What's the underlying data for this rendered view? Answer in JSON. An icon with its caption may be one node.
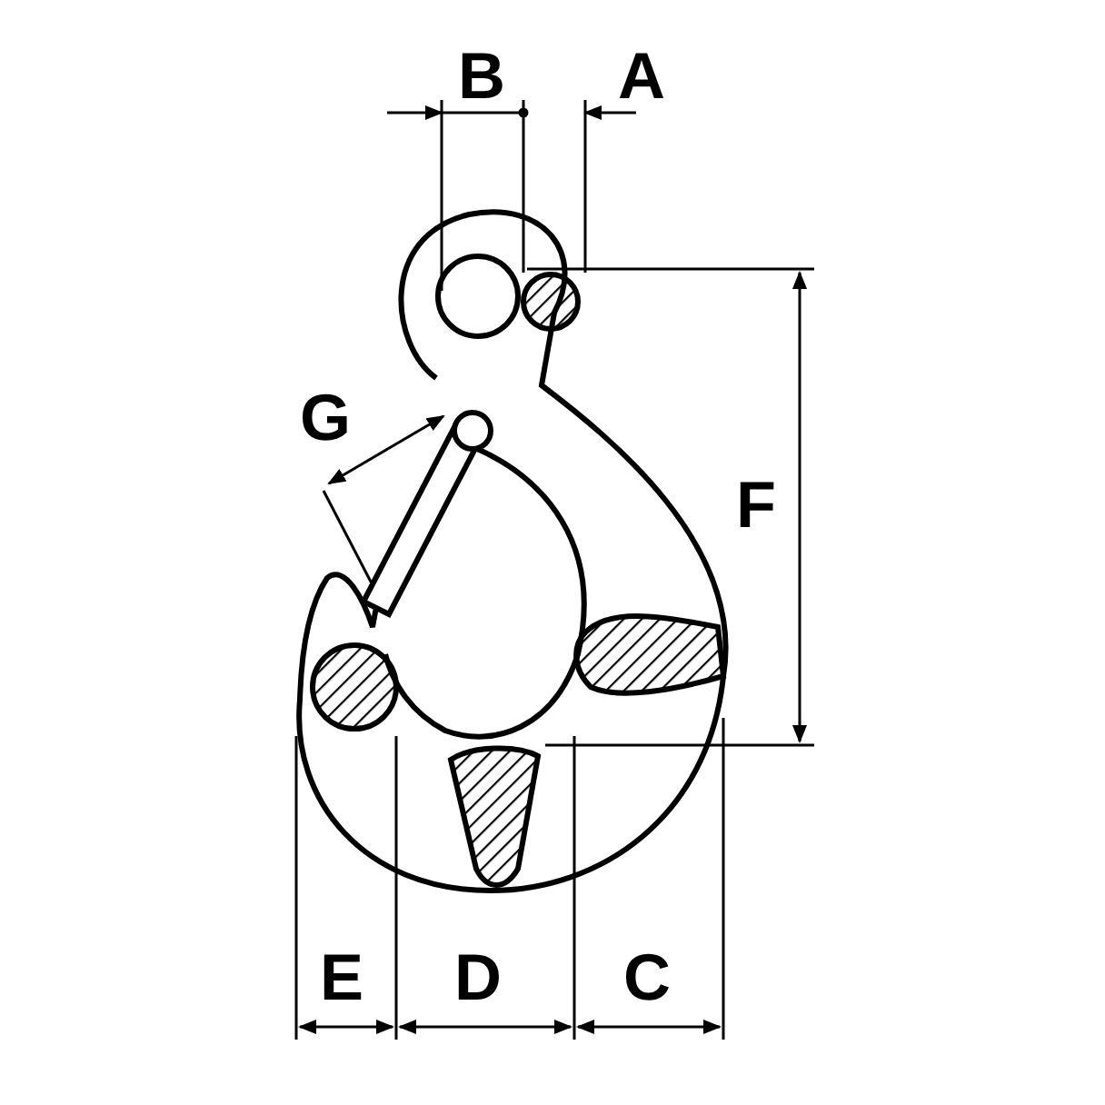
{
  "diagram": {
    "labels": [
      "B",
      "A",
      "G",
      "F",
      "E",
      "D",
      "C"
    ]
  }
}
